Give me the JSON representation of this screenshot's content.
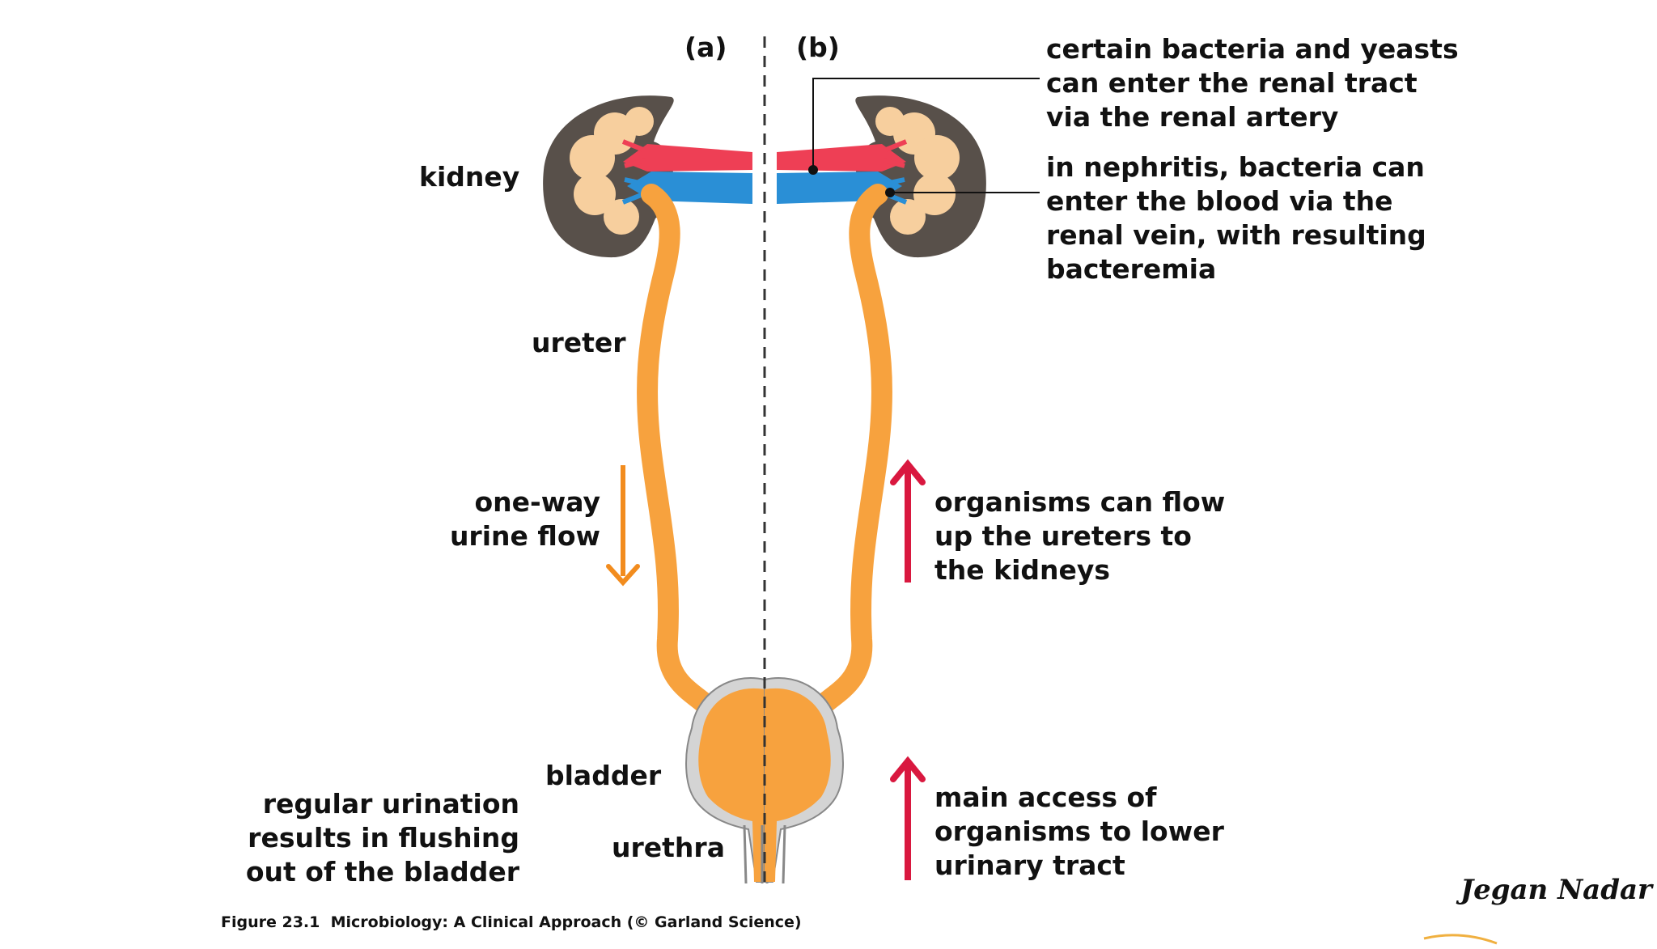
{
  "panels": {
    "a": "(a)",
    "b": "(b)"
  },
  "labels": {
    "kidney": "kidney",
    "ureter": "ureter",
    "urine_flow": "one-way\nurine flow",
    "bladder": "bladder",
    "urethra": "urethra",
    "flushing": "regular urination\nresults in flushing\nout of the bladder"
  },
  "annotations": {
    "renal_artery": "certain bacteria and yeasts\ncan enter the renal tract\nvia the renal artery",
    "nephritis": "in nephritis, bacteria can\nenter the blood via the\nrenal vein, with resulting\nbacteremia",
    "ascending": "organisms can flow\nup the ureters to\nthe kidneys",
    "main_access": "main access of\norganisms to lower\nurinary tract"
  },
  "caption": "Figure 23.1  Microbiology: A Clinical Approach (© Garland Science)",
  "signature": "Jegan Nadar",
  "colors": {
    "ureter": "#f7a23e",
    "kidney_cortex": "#58504a",
    "kidney_medulla": "#f7cf9e",
    "artery": "#ee3f55",
    "vein": "#2a8fd6",
    "flow_arrow": "#f28c1e",
    "infection_arrow": "#d9183f",
    "bladder_wall": "#d4d4d4"
  }
}
